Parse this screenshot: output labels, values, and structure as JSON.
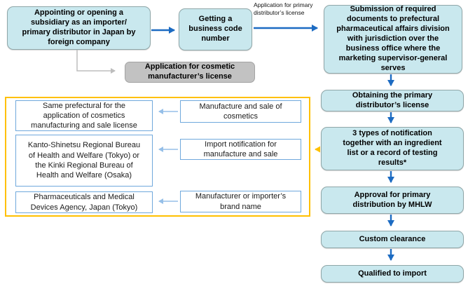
{
  "flow": {
    "appointing": "Appointing or opening a subsidiary as an importer/ primary distributor in Japan by foreign company",
    "getting": "Getting a business code number",
    "arrow_label": "Application for primary distributor’s license",
    "submission": "Submission of required documents to prefectural pharmaceutical affairs division with jurisdiction over the business office where the marketing supervisor-general serves",
    "obtaining": "Obtaining the primary distributor’s license",
    "three_types": "3 types of notification together with an ingredient list or a record of testing results*",
    "approval": "Approval for primary distribution by MHLW",
    "custom_clearance": "Custom clearance",
    "qualified": "Qualified to import",
    "cosmetic_license": "Application for cosmetic manufacturer’s license"
  },
  "panel": {
    "items": [
      {
        "subject": "Manufacture and sale of cosmetics",
        "authority": "Same prefectural for the application of cosmetics manufacturing and sale license"
      },
      {
        "subject": "Import notification for manufacture and sale",
        "authority": "Kanto-Shinetsu Regional Bureau of Health and Welfare (Tokyo) or the Kinki Regional Bureau of Health and Welfare (Osaka)"
      },
      {
        "subject": "Manufacturer or importer’s brand name",
        "authority": "Pharmaceuticals and Medical Devices Agency, Japan (Tokyo)"
      }
    ]
  },
  "colors": {
    "flow_box_fill": "#c9e8ee",
    "flow_box_border": "#8fa6a8",
    "flow_arrow": "#1c6bc2",
    "panel_border": "#ffc000",
    "panel_arrow": "#ffc000",
    "item_box_border": "#6fa8dc",
    "item_arrow": "#95bfe8",
    "gray_box_fill": "#c2c2c2",
    "gray_box_border": "#a3a3a3",
    "gray_arrow": "#bdbdbd",
    "text": "#000000"
  }
}
